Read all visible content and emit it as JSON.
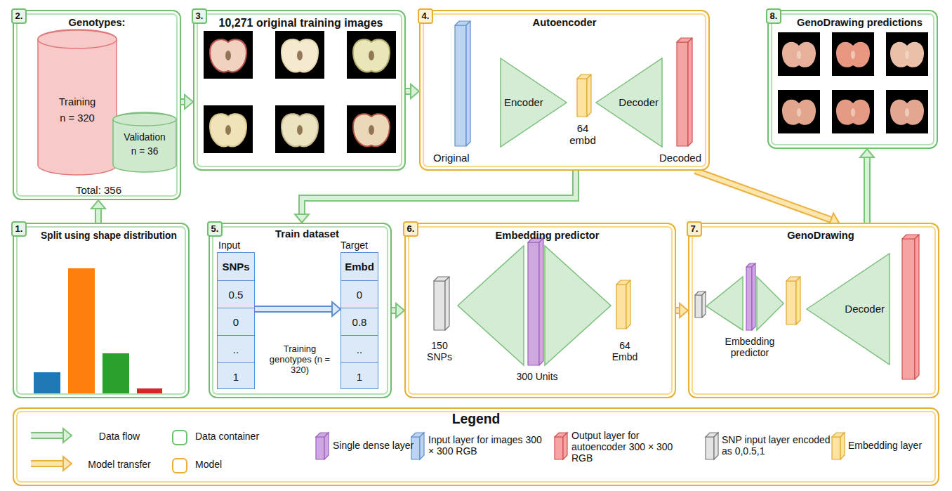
{
  "diagram": {
    "nodes": [
      {
        "text": [
          "2.",
          "Genotypes:",
          "Total: 356"
        ]
      },
      {
        "text": [
          "Training",
          "n = 320"
        ],
        "in": 0
      },
      {
        "text": [
          "Validation",
          "n = 36"
        ],
        "in": 0
      },
      {
        "text": [
          "3.",
          "10,271 original training images"
        ]
      },
      {
        "text": [
          "4.",
          "Autoencoder",
          "Original",
          "64 embd",
          "Decoded"
        ]
      },
      {
        "text": [
          "Encoder"
        ],
        "in": 4
      },
      {
        "text": [
          "Decoder"
        ],
        "in": 4
      },
      {
        "text": [
          "8.",
          "GenoDrawing predictions"
        ]
      },
      {
        "text": [
          "1.",
          "Split using shape distribution"
        ]
      },
      {
        "text": [
          "5.",
          "Train dataset",
          "Input",
          "Target",
          "Training genotypes (n = 320)"
        ]
      },
      {
        "text": [
          "SNPs",
          "0.5",
          "0",
          "..",
          "1"
        ],
        "in": 9
      },
      {
        "text": [
          "Embd",
          "0",
          "0.8",
          "..",
          "1"
        ],
        "in": 9
      },
      {
        "text": [
          "6.",
          "Embedding predictor",
          "150 SNPs",
          "300 Units",
          "64 Embd"
        ]
      },
      {
        "text": [
          "7.",
          "GenoDrawing",
          "Embedding predictor"
        ]
      },
      {
        "text": [
          "Decoder"
        ],
        "in": 13
      },
      {
        "text": [
          "Legend"
        ]
      }
    ],
    "edges": [
      {
        "from": 8,
        "to": 0,
        "arrow": "to"
      },
      {
        "from": 0,
        "to": 3,
        "arrow": "to"
      },
      {
        "from": 3,
        "to": 4,
        "arrow": "to"
      },
      {
        "from": 4,
        "to": 9,
        "arrow": "to"
      },
      {
        "from": 9,
        "to": 12,
        "arrow": "to"
      },
      {
        "from": 4,
        "to": 13,
        "arrow": "to"
      },
      {
        "from": 12,
        "to": 13,
        "arrow": "to"
      },
      {
        "from": 13,
        "to": 7,
        "arrow": "to"
      },
      {
        "from": 10,
        "to": 11,
        "arrow": "to"
      }
    ],
    "legend": [
      {
        "text": "Data flow"
      },
      {
        "text": "Model transfer"
      },
      {
        "text": "Data container"
      },
      {
        "text": "Model"
      },
      {
        "text": "Single dense layer",
        "color": "#cfa8e0"
      },
      {
        "text": "Input layer for images 300 × 300 RGB",
        "color": "#bcd4f0"
      },
      {
        "text": "Output layer for autoencoder 300 × 300 RGB",
        "color": "#f5a3a3"
      },
      {
        "text": "SNP input layer encoded as 0,0.5,1",
        "color": "#e4e4e4"
      },
      {
        "text": "Embedding layer",
        "color": "#fde2a0"
      }
    ]
  }
}
